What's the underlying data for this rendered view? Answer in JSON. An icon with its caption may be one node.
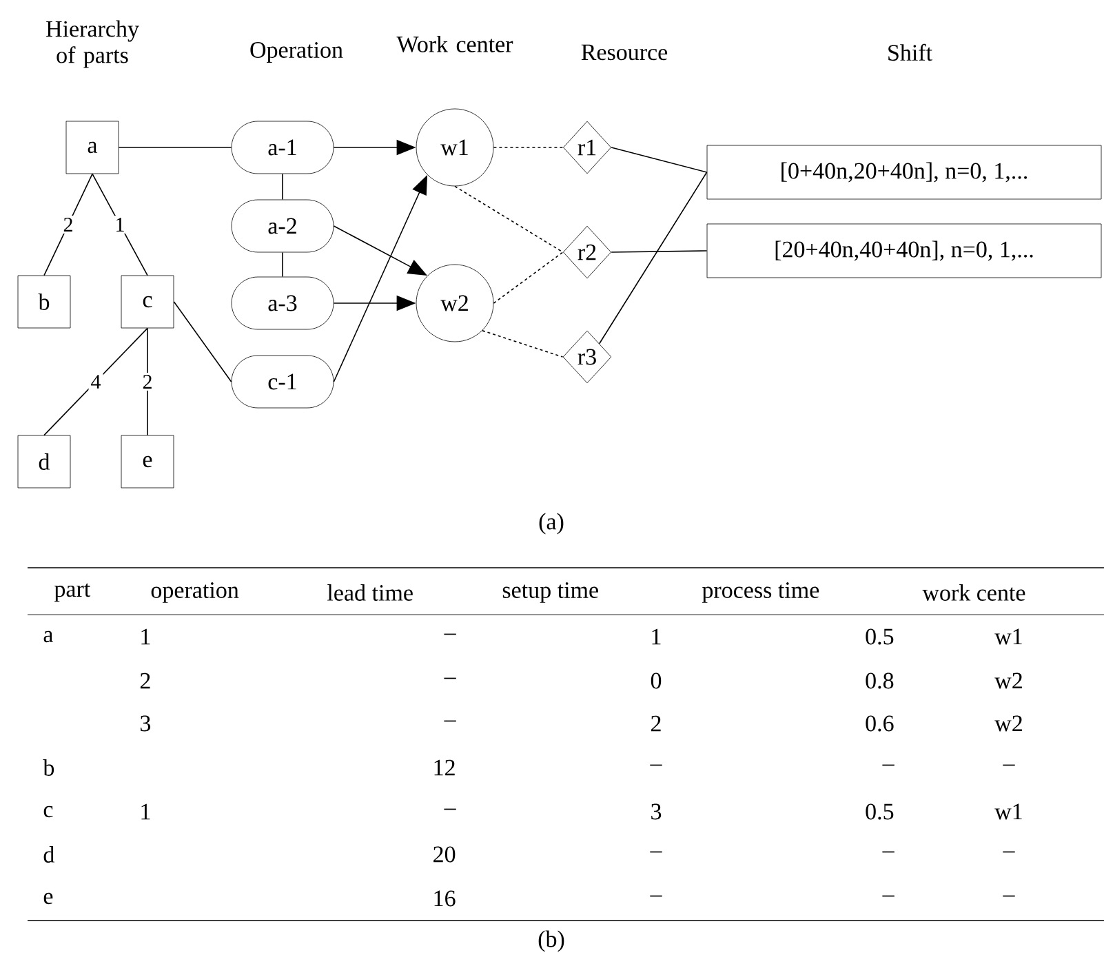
{
  "diagram": {
    "nodes": [
      {
        "text": [
          "a"
        ]
      },
      {
        "text": [
          "b"
        ]
      },
      {
        "text": [
          "c"
        ]
      },
      {
        "text": [
          "d"
        ]
      },
      {
        "text": [
          "e"
        ]
      },
      {
        "text": [
          "a-1"
        ]
      },
      {
        "text": [
          "a-2"
        ]
      },
      {
        "text": [
          "a-3"
        ]
      },
      {
        "text": [
          "c-1"
        ]
      },
      {
        "text": [
          "w1"
        ]
      },
      {
        "text": [
          "w2"
        ]
      },
      {
        "text": [
          "r1"
        ]
      },
      {
        "text": [
          "r2"
        ]
      },
      {
        "text": [
          "r3"
        ]
      },
      {
        "text": [
          "[0+40n,20+40n], n=0, 1,..."
        ]
      },
      {
        "text": [
          "[20+40n,40+40n], n=0, 1,..."
        ]
      }
    ],
    "edges": [
      {
        "from": 0,
        "to": 1,
        "arrow": "none",
        "label": "2"
      },
      {
        "from": 0,
        "to": 2,
        "arrow": "none",
        "label": "1"
      },
      {
        "from": 2,
        "to": 3,
        "arrow": "none",
        "label": "4"
      },
      {
        "from": 2,
        "to": 4,
        "arrow": "none",
        "label": "2"
      },
      {
        "from": 0,
        "to": 5,
        "arrow": "none"
      },
      {
        "from": 2,
        "to": 8,
        "arrow": "none"
      },
      {
        "from": 5,
        "to": 6,
        "arrow": "none"
      },
      {
        "from": 6,
        "to": 7,
        "arrow": "none"
      },
      {
        "from": 5,
        "to": 9,
        "arrow": "to"
      },
      {
        "from": 6,
        "to": 10,
        "arrow": "to"
      },
      {
        "from": 7,
        "to": 10,
        "arrow": "to"
      },
      {
        "from": 8,
        "to": 9,
        "arrow": "to"
      },
      {
        "from": 9,
        "to": 11,
        "arrow": "none",
        "style": "dashed"
      },
      {
        "from": 9,
        "to": 12,
        "arrow": "none",
        "style": "dashed"
      },
      {
        "from": 10,
        "to": 12,
        "arrow": "none",
        "style": "dashed"
      },
      {
        "from": 10,
        "to": 13,
        "arrow": "none",
        "style": "dashed"
      },
      {
        "from": 11,
        "to": 14,
        "arrow": "none"
      },
      {
        "from": 12,
        "to": 15,
        "arrow": "none"
      },
      {
        "from": 13,
        "to": 14,
        "arrow": "none"
      }
    ],
    "labels": [
      "Hierarchy of parts",
      "Operation",
      "Work center",
      "Resource",
      "Shift",
      "(a)",
      "part",
      "operation",
      "lead time",
      "setup time",
      "process time",
      "work cente",
      "a",
      "1",
      "–",
      "1",
      "0.5",
      "w1",
      "2",
      "–",
      "0",
      "0.8",
      "w2",
      "3",
      "–",
      "2",
      "0.6",
      "w2",
      "b",
      "12",
      "–",
      "–",
      "–",
      "c",
      "1",
      "–",
      "3",
      "0.5",
      "w1",
      "d",
      "20",
      "–",
      "–",
      "–",
      "e",
      "16",
      "–",
      "–",
      "–",
      "(b)"
    ]
  }
}
